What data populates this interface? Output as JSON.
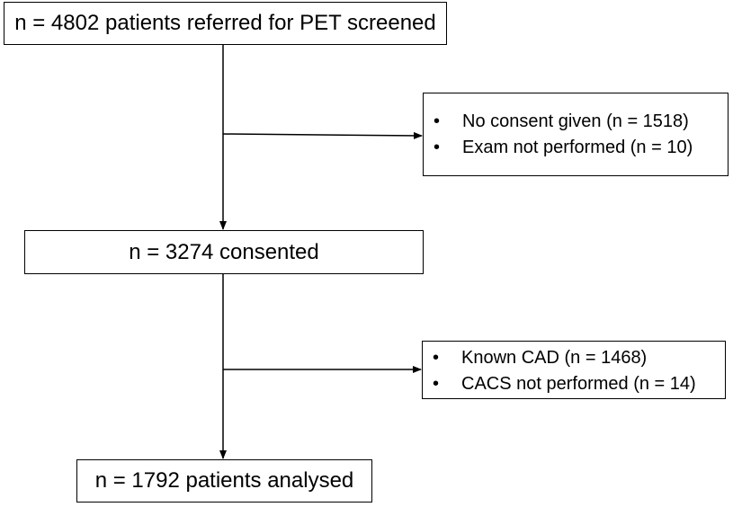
{
  "flowchart": {
    "screened": {
      "label": "n = 4802 patients referred for PET screened"
    },
    "exclusion_1": {
      "items": [
        {
          "bullet": "•",
          "text": "No consent given (n = 1518)"
        },
        {
          "bullet": "•",
          "text": "Exam not performed (n = 10)"
        }
      ]
    },
    "consented": {
      "label": "n = 3274 consented"
    },
    "exclusion_2": {
      "items": [
        {
          "bullet": "•",
          "text": "Known CAD (n = 1468)"
        },
        {
          "bullet": "•",
          "text": "CACS not performed (n = 14)"
        }
      ]
    },
    "analysed": {
      "label": "n = 1792 patients analysed"
    }
  },
  "colors": {
    "line": "#000000",
    "box_border": "#000000",
    "background": "#ffffff"
  }
}
